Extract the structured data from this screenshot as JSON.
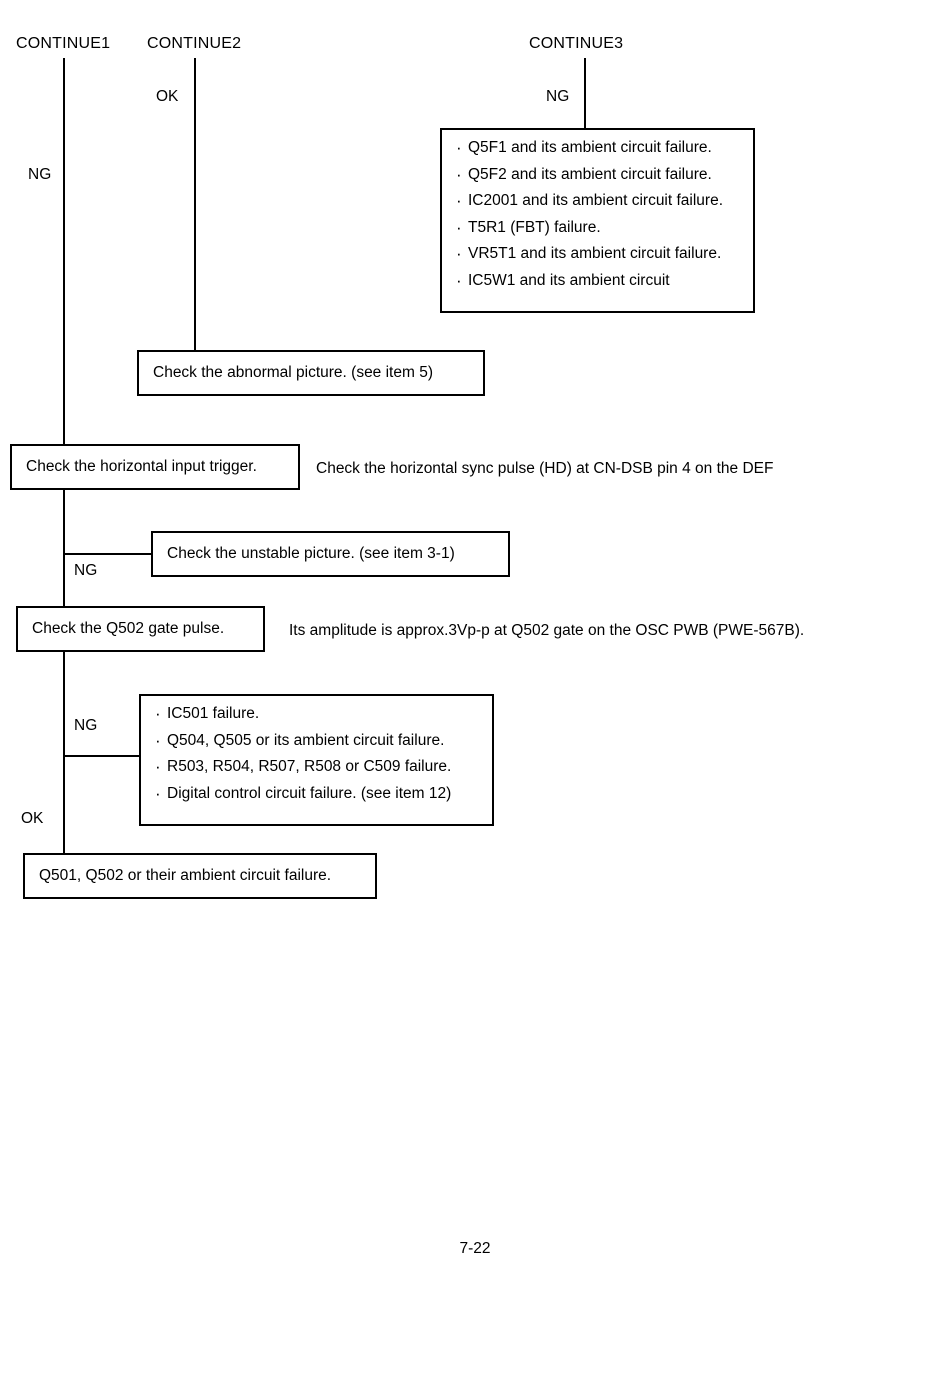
{
  "page": {
    "page_number": "7-22"
  },
  "headers": [
    {
      "label": "CONTINUE1"
    },
    {
      "label": "CONTINUE2"
    },
    {
      "label": "CONTINUE3"
    }
  ],
  "branch_labels": {
    "continue1_ng": "NG",
    "continue2_ok": "OK",
    "continue3_ng": "NG",
    "horizontal_trigger_ng": "NG",
    "gate_pulse_ng": "NG",
    "gate_pulse_ok": "OK"
  },
  "boxes": {
    "abnormal_picture": "Check the abnormal picture. (see item 5)",
    "horizontal_input_trigger": "Check the horizontal input trigger.",
    "unstable_picture": "Check the unstable picture. (see item 3-1)",
    "q502_gate_pulse": "Check the Q502 gate pulse.",
    "final_failure": "Q501, Q502 or their ambient circuit failure."
  },
  "notes": {
    "horizontal_sync": "Check the horizontal sync pulse (HD) at CN-DSB pin 4 on the DEF",
    "amplitude": "Its amplitude is approx.3Vp-p at Q502 gate on the OSC PWB (PWE-567B)."
  },
  "fault_list_top": {
    "items": [
      "Q5F1 and its ambient circuit failure.",
      "Q5F2 and its ambient circuit failure.",
      "IC2001 and its ambient circuit failure.",
      "T5R1 (FBT) failure.",
      "VR5T1 and its ambient circuit failure.",
      "IC5W1 and its ambient circuit"
    ]
  },
  "fault_list_bottom": {
    "items": [
      "IC501 failure.",
      "Q504, Q505 or its ambient circuit failure.",
      "R503, R504, R507, R508 or C509 failure.",
      "Digital control circuit failure. (see item 12)"
    ]
  }
}
